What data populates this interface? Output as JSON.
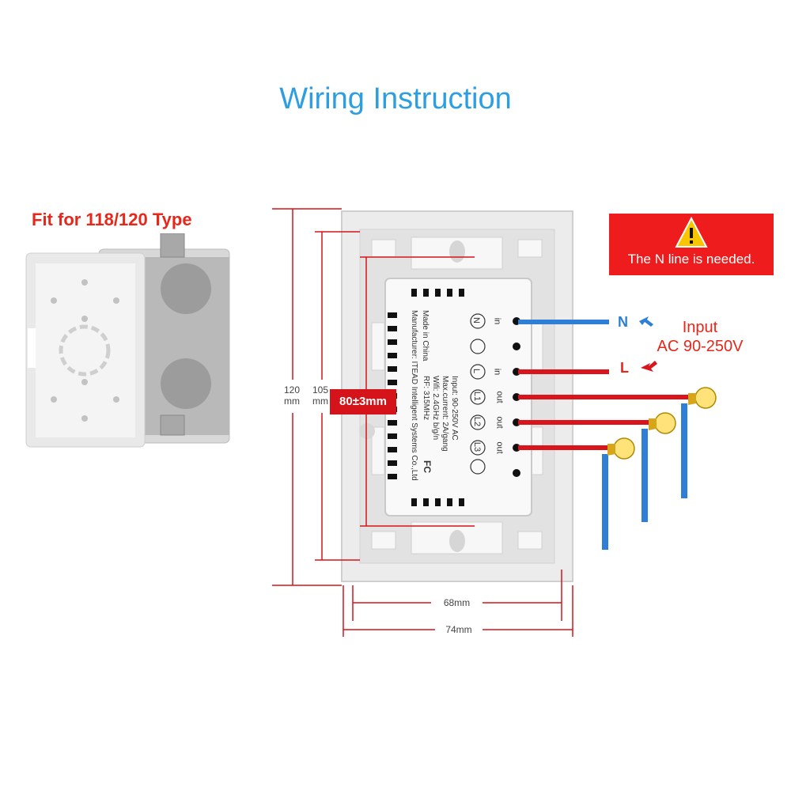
{
  "title": "Wiring Instruction",
  "box_caption": "Fit for 118/120 Type",
  "warning": {
    "icon": "warning-triangle-icon",
    "text": "The N line is needed."
  },
  "input_label": {
    "line1": "Input",
    "line2": "AC 90-250V"
  },
  "wires": {
    "n_label": "N",
    "l_label": "L"
  },
  "dimensions": {
    "height_outer": {
      "value": "120",
      "unit": "mm"
    },
    "height_inner": {
      "value": "105",
      "unit": "mm"
    },
    "center": "80±3mm",
    "width_inner": "68mm",
    "width_outer": "74mm"
  },
  "module": {
    "terminal_labels": [
      "N",
      "L",
      "L1",
      "L2",
      "L3"
    ],
    "in_labels": [
      "in",
      "in"
    ],
    "out_labels": [
      "out",
      "out",
      "out"
    ],
    "made_in": "Made in China",
    "manufacturer": "Manufacturer: ITEAD Intelligent Systems Co.,Ltd",
    "input_spec": "Input: 90-250V AC",
    "current_spec": "Max.current: 2A/gang",
    "wifi_spec": "Wifi: 2.4GHz b/g/n",
    "rf_spec": "RF: 315MHz",
    "fc_mark": "FC"
  },
  "colors": {
    "title": "#2d9ee0",
    "warning_bg": "#ee1c1c",
    "red_wire": "#d9151b",
    "blue_wire": "#2f7fd6",
    "dimension": "#d4141a"
  }
}
